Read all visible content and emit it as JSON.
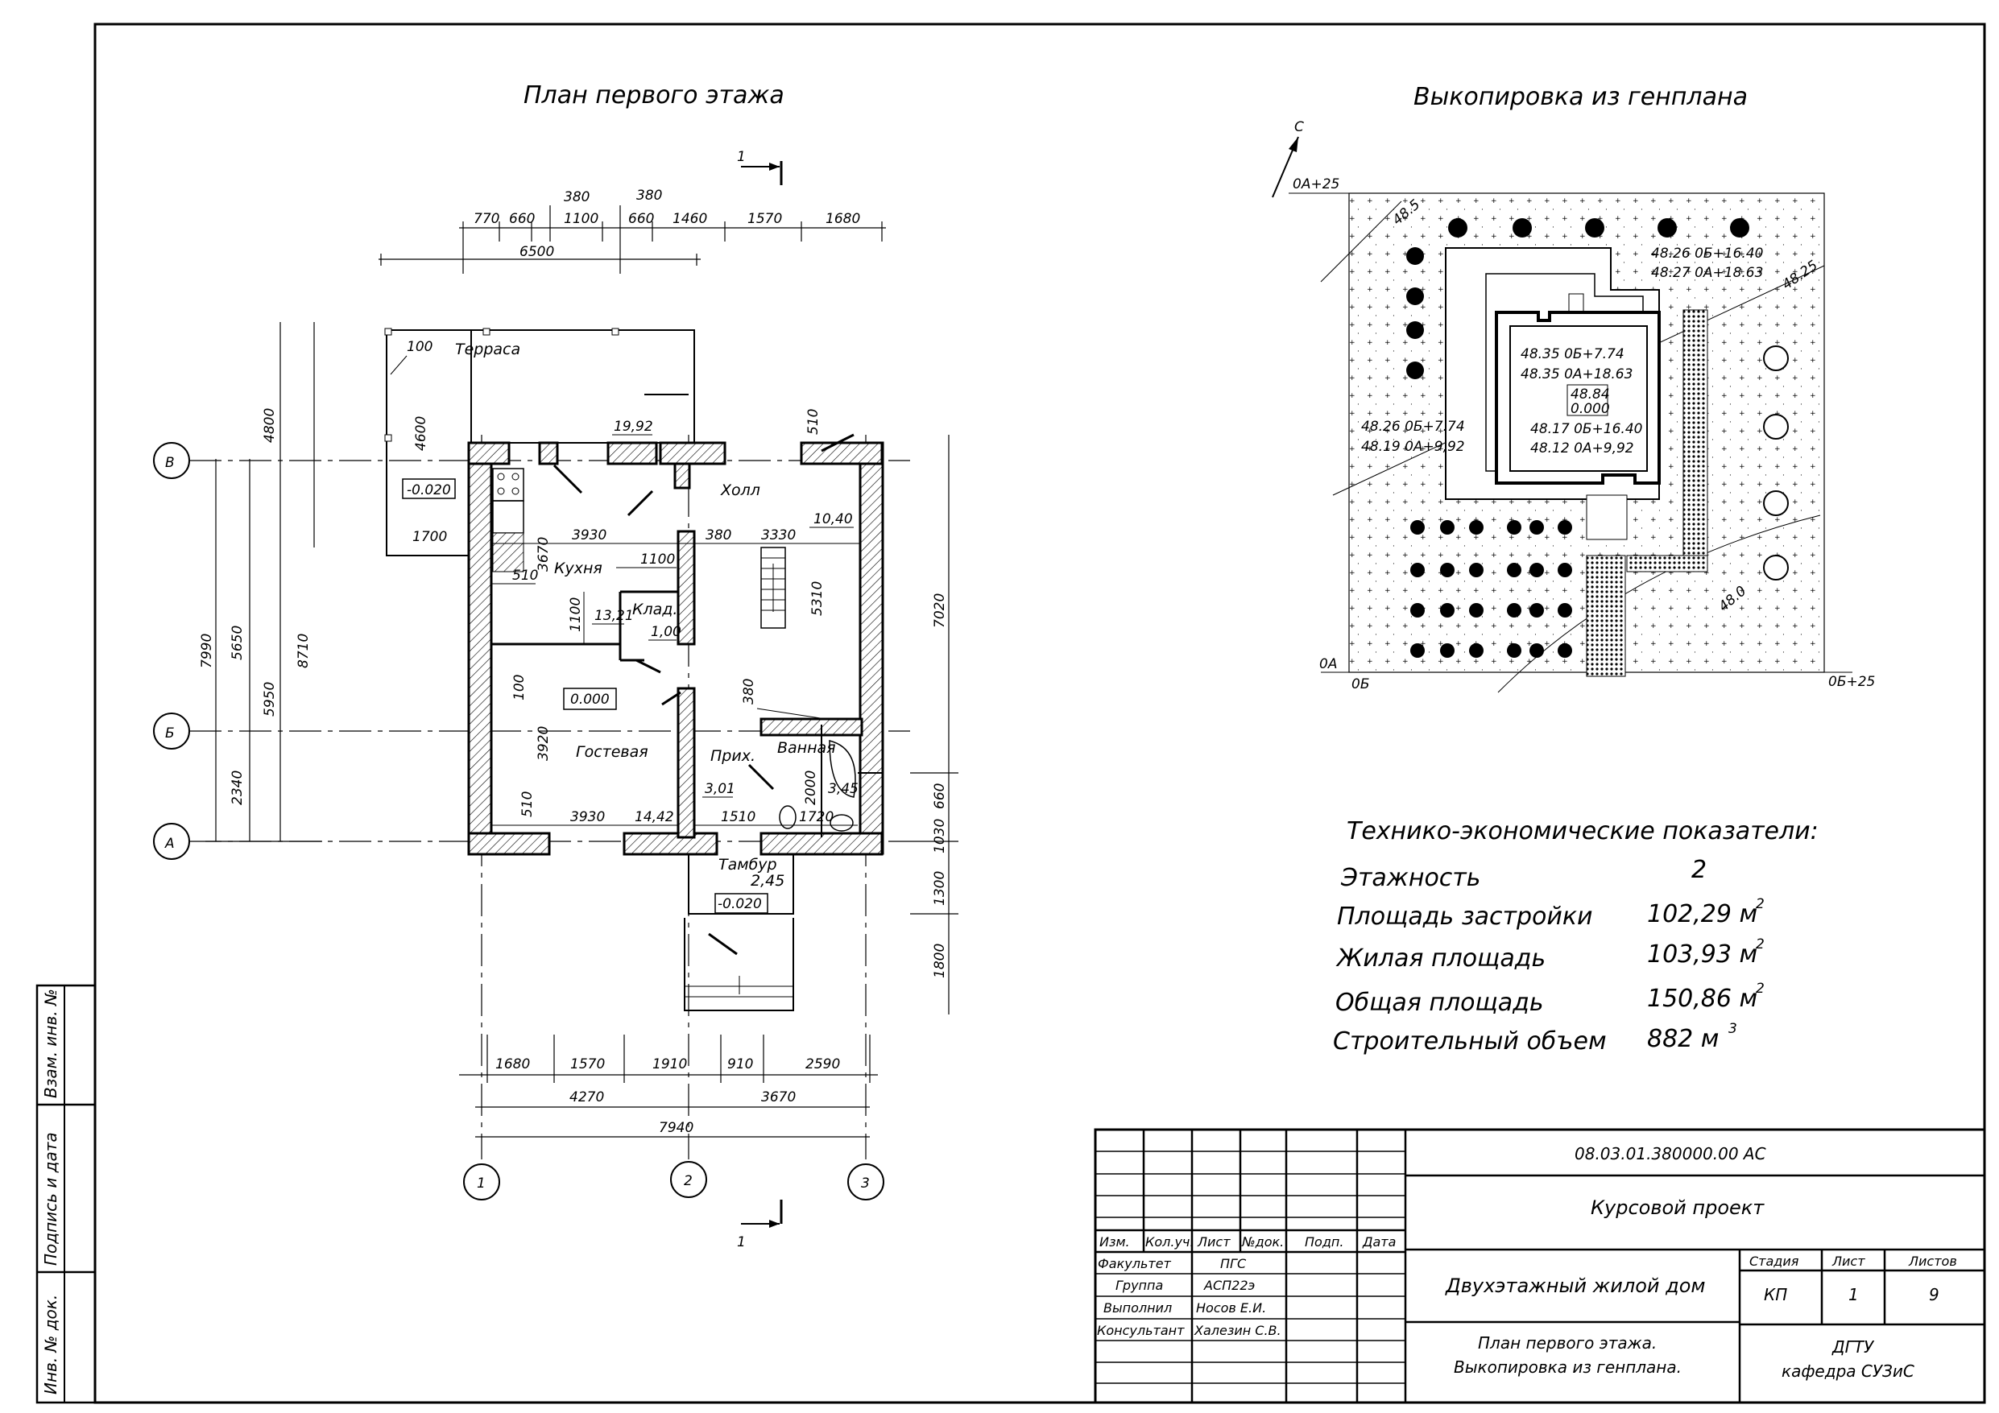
{
  "titles": {
    "plan": "План первого этажа",
    "genplan": "Выкопировка из генплана"
  },
  "section_mark": "1",
  "axes": {
    "rows": [
      "В",
      "Б",
      "А"
    ],
    "cols": [
      "1",
      "2",
      "3"
    ]
  },
  "dims_top": {
    "row1": [
      "770",
      "660",
      "1100",
      "660",
      "1460",
      "1570",
      "1680"
    ],
    "raised": [
      "380",
      "380"
    ],
    "total": "6500"
  },
  "dims_bottom": {
    "row1": [
      "1680",
      "1570",
      "1910",
      "910",
      "2590"
    ],
    "row2": [
      "4270",
      "3670"
    ],
    "total": "7940"
  },
  "dims_left": [
    "4800",
    "4600",
    "5650",
    "5950",
    "7990",
    "8710",
    "2340"
  ],
  "dims_right": [
    "7020",
    "660",
    "1030",
    "1300",
    "1800"
  ],
  "dims_inner": [
    "100",
    "1700",
    "19,92",
    "510",
    "3930",
    "380",
    "3330",
    "10,40",
    "510",
    "3670",
    "1100",
    "1100",
    "13,21",
    "1,00",
    "100",
    "380",
    "5310",
    "3920",
    "510",
    "3930",
    "14,42",
    "3,01",
    "1510",
    "2000",
    "1720",
    "3,45"
  ],
  "rooms": {
    "terrace": "Терраса",
    "hall": "Холл",
    "kitchen": "Кухня",
    "storage": "Клад.",
    "guest": "Гостевая",
    "entry": "Прих.",
    "bath": "Ванная",
    "vestibule": "Тамбур",
    "vestibule_area": "2,45"
  },
  "levels": [
    "-0.020",
    "0.000",
    "-0.020"
  ],
  "genplan": {
    "north": "С",
    "grid": [
      "0А+25",
      "0А",
      "0Б",
      "0Б+25"
    ],
    "contours": [
      "48.5",
      "48.25",
      "48.0"
    ],
    "marks": [
      "48.26 0Б+16.40",
      "48.27 0А+18.63",
      "48.35 0Б+7.74",
      "48.35 0А+18.63",
      "48.84",
      "0.000",
      "48.17 0Б+16.40",
      "48.12 0А+9,92",
      "48.26 0Б+7.74",
      "48.19 0А+9,92"
    ]
  },
  "indicators": {
    "title": "Технико-экономические показатели:",
    "rows": [
      {
        "label": "Этажность",
        "value": "2",
        "unit": ""
      },
      {
        "label": "Площадь застройки",
        "value": "102,29 м",
        "unit": "2"
      },
      {
        "label": "Жилая площадь",
        "value": "103,93 м",
        "unit": "2"
      },
      {
        "label": "Общая площадь",
        "value": "150,86 м",
        "unit": "2"
      },
      {
        "label": "Строительный объем",
        "value": "882 м",
        "unit": "3"
      }
    ]
  },
  "side_stamp": [
    "Взам. инв. №",
    "Подпись и дата",
    "Инв. № док."
  ],
  "title_block": {
    "code": "08.03.01.380000.00 АС",
    "project": "Курсовой проект",
    "building": "Двухэтажный жилой дом",
    "sheet_title_1": "План первого этажа.",
    "sheet_title_2": "Выкопировка из генплана.",
    "headers": [
      "Изм.",
      "Кол.уч.",
      "Лист",
      "№док.",
      "Подп.",
      "Дата"
    ],
    "rows": [
      {
        "label": "Факультет",
        "value": "ПГС"
      },
      {
        "label": "Группа",
        "value": "АСП22э"
      },
      {
        "label": "Выполнил",
        "value": "Носов Е.И."
      },
      {
        "label": "Консультант",
        "value": "Халезин С.В."
      }
    ],
    "stage_h": "Стадия",
    "sheet_h": "Лист",
    "sheets_h": "Листов",
    "stage": "КП",
    "sheet": "1",
    "sheets": "9",
    "org_1": "ДГТУ",
    "org_2": "кафедра СУЗиС"
  }
}
